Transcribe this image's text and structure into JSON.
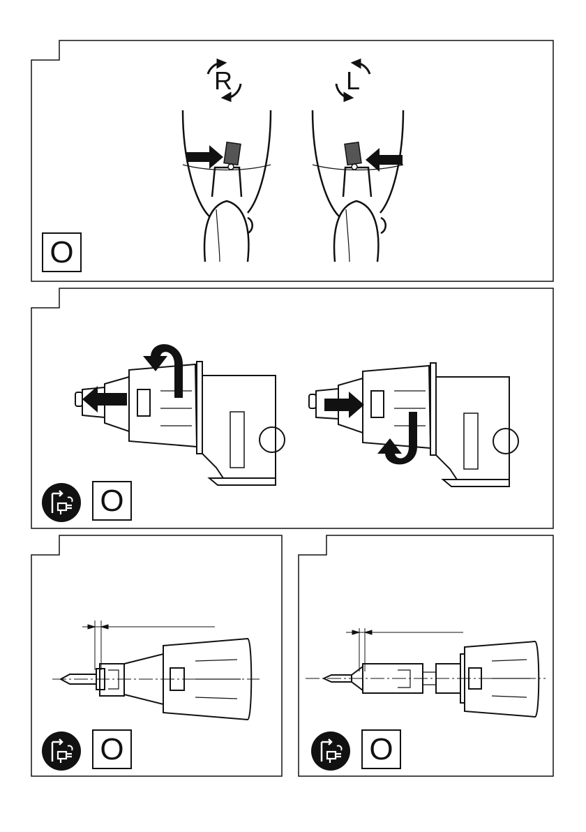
{
  "panels": [
    {
      "id": "switch-direction",
      "rotation_labels": [
        "R",
        "L"
      ],
      "mode_label": "O"
    },
    {
      "id": "nosepiece-removal",
      "mode_label": "O",
      "unplug_icon": "unplug-icon"
    },
    {
      "id": "depth-adjust-left",
      "mode_label": "O",
      "unplug_icon": "unplug-icon"
    },
    {
      "id": "depth-adjust-right",
      "mode_label": "O",
      "unplug_icon": "unplug-icon"
    }
  ],
  "colors": {
    "line": "#111111",
    "fill": "#ffffff"
  }
}
